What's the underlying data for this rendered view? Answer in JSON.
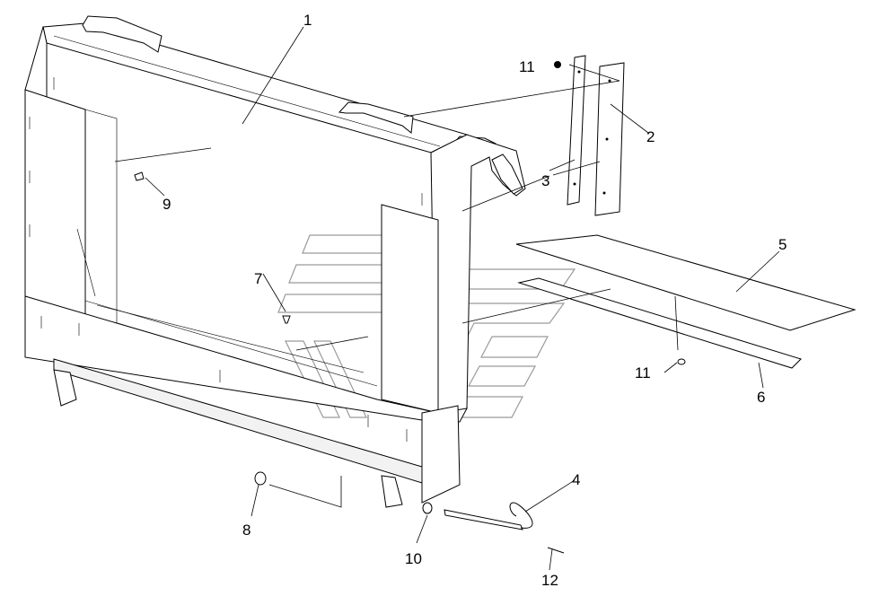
{
  "callouts": [
    {
      "id": "c1",
      "label": "1"
    },
    {
      "id": "c2",
      "label": "2"
    },
    {
      "id": "c3",
      "label": "3"
    },
    {
      "id": "c4",
      "label": "4"
    },
    {
      "id": "c5",
      "label": "5"
    },
    {
      "id": "c6",
      "label": "6"
    },
    {
      "id": "c7",
      "label": "7"
    },
    {
      "id": "c8",
      "label": "8"
    },
    {
      "id": "c9",
      "label": "9"
    },
    {
      "id": "c10",
      "label": "10"
    },
    {
      "id": "c11a",
      "label": "11"
    },
    {
      "id": "c11b",
      "label": "11"
    },
    {
      "id": "c12",
      "label": "12"
    }
  ]
}
